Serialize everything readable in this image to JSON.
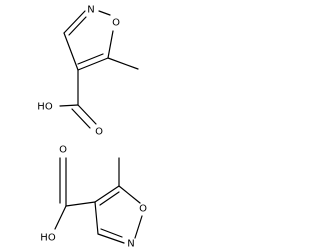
{
  "molecules": [
    {
      "atoms": {
        "N": "N",
        "O": "O",
        "OH": "HO",
        "O_carbonyl": "O"
      }
    },
    {
      "atoms": {
        "N": "N",
        "O": "O",
        "OH": "HO",
        "O_carbonyl": "O"
      }
    }
  ],
  "colors": {
    "background": "#ffffff",
    "ink": "#000000"
  }
}
